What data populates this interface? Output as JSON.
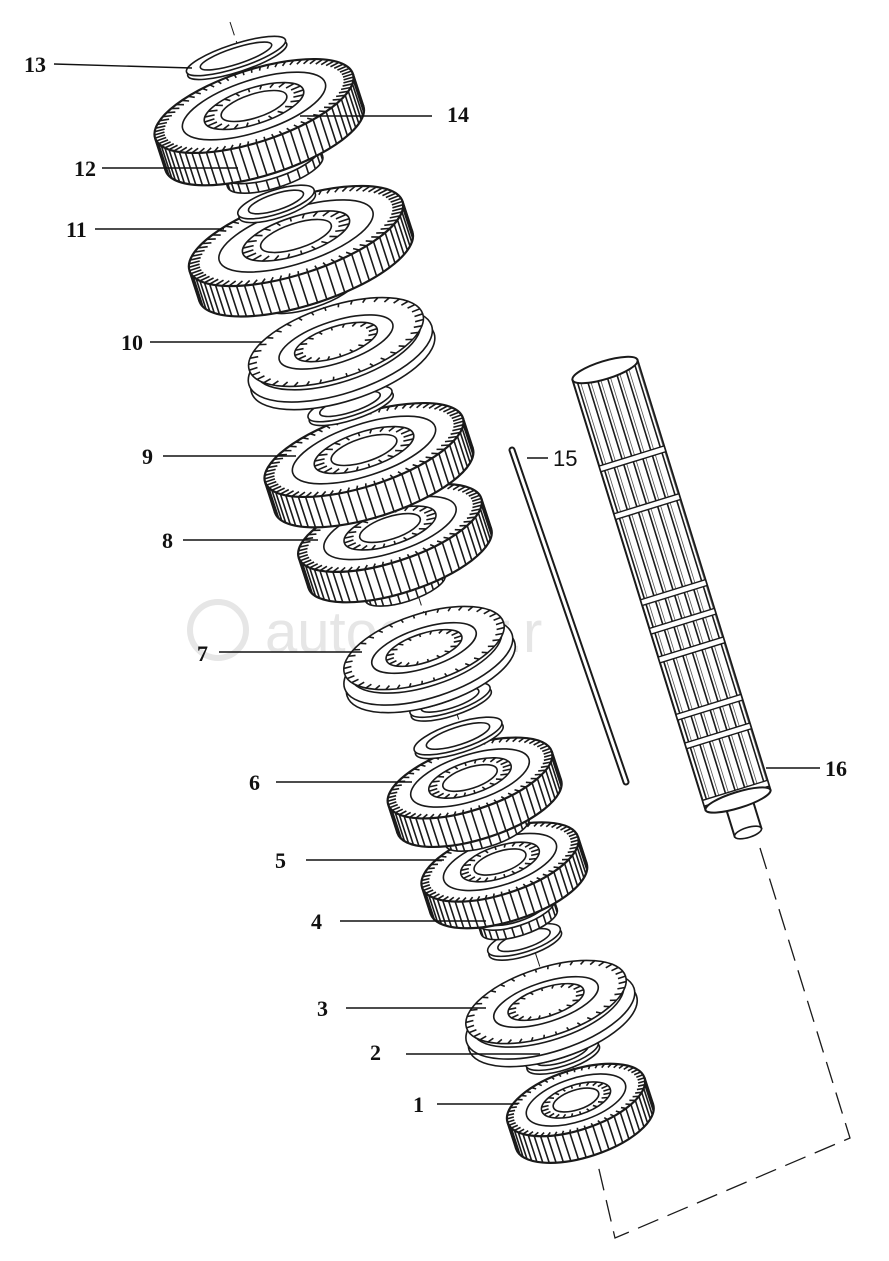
{
  "watermark": "autoopter.r",
  "callouts": {
    "c1": "1",
    "c2": "2",
    "c3": "3",
    "c4": "4",
    "c5": "5",
    "c6": "6",
    "c7": "7",
    "c8": "8",
    "c9": "9",
    "c10": "10",
    "c11": "11",
    "c12": "12",
    "c13": "13",
    "c14": "14",
    "c15": "15",
    "c16": "16"
  },
  "colors": {
    "line": "#1a1a1a",
    "background": "#ffffff",
    "watermark": "#e6e6e6"
  }
}
